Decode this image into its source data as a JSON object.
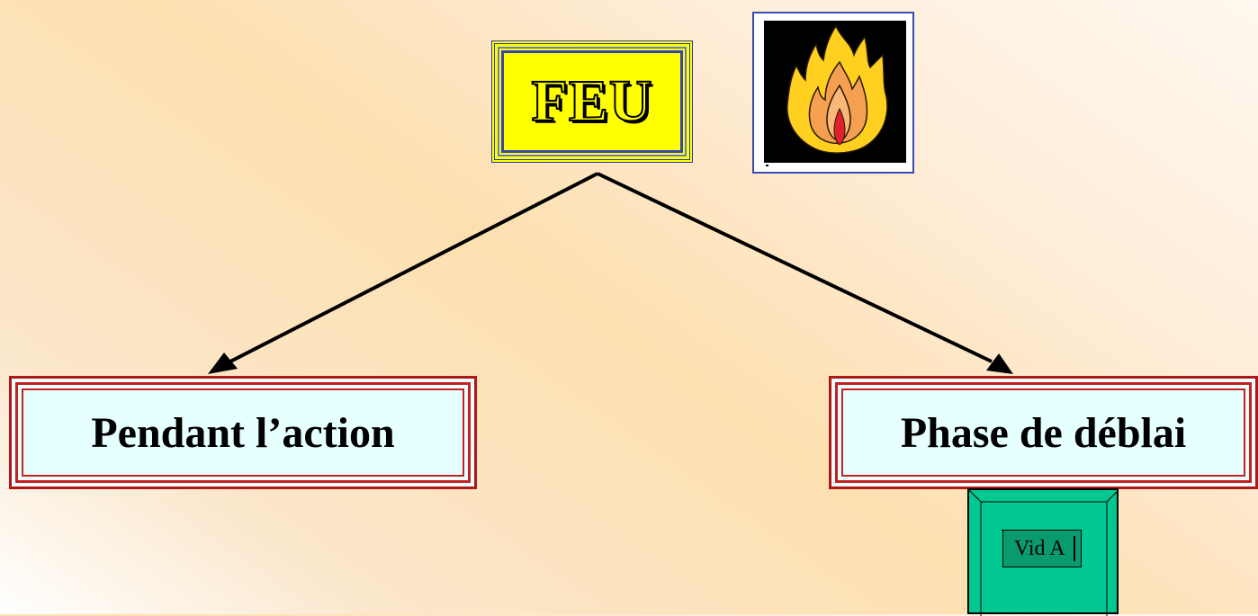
{
  "diagram": {
    "root": {
      "label": "FEU",
      "fill": "#ffff00",
      "border": "#2a3aa8"
    },
    "branches": [
      {
        "label": "Pendant l’action",
        "border": "#c82020",
        "fill": "#e6ffff"
      },
      {
        "label": "Phase de déblai",
        "border": "#c82020",
        "fill": "#e6ffff"
      }
    ],
    "image": {
      "icon": "fire-icon"
    },
    "video_button": {
      "label": "Vid A",
      "fill": "#00c890"
    }
  }
}
